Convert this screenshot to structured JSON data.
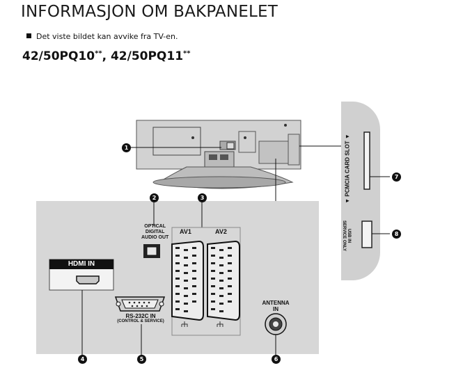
{
  "header": {
    "title": "INFORMASJON OM BAKPANELET",
    "note": "Det viste bildet kan avvike fra TV-en.",
    "model_a": "42/50PQ10",
    "model_b": "42/50PQ11",
    "model_sep": ", ",
    "model_suffix": "**"
  },
  "labels": {
    "optical_1": "OPTICAL",
    "optical_2": "DIGITAL",
    "optical_3": "AUDIO OUT",
    "av1": "AV1",
    "av2": "AV2",
    "hdmi": "HDMI IN",
    "rs232": "RS-232C IN",
    "rs232_sub": "(CONTROL & SERVICE)",
    "antenna_1": "ANTENNA",
    "antenna_2": "IN",
    "pcmcia": "▼ PCMCIA CARD SLOT ▼",
    "usb_1": "USB IN",
    "usb_2": "SERVICE ONLY"
  },
  "callouts": [
    "1",
    "2",
    "3",
    "4",
    "5",
    "6",
    "7",
    "8"
  ]
}
